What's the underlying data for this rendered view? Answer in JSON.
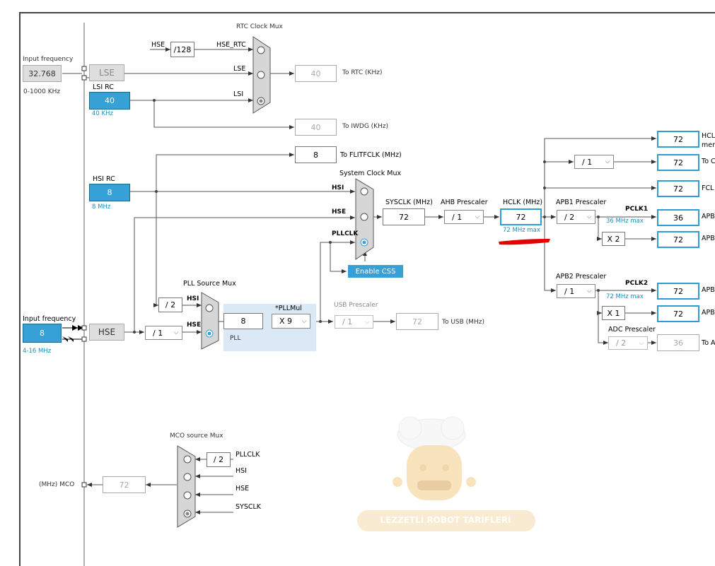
{
  "lse": {
    "input_label": "Input frequency",
    "input_value": "32.768",
    "range": "0-1000 KHz",
    "box_label": "LSE"
  },
  "lsi": {
    "title": "LSI RC",
    "value": "40",
    "freq": "40 KHz"
  },
  "rtc_mux": {
    "title": "RTC Clock Mux",
    "hse_label": "HSE",
    "div": "/128",
    "hse_rtc": "HSE_RTC",
    "lse_in": "LSE",
    "lsi_in": "LSI"
  },
  "rtc_out": {
    "value": "40",
    "label": "To RTC (KHz)"
  },
  "iwdg_out": {
    "value": "40",
    "label": "To IWDG (KHz)"
  },
  "flit_out": {
    "value": "8",
    "label": "To FLITFCLK (MHz)"
  },
  "hsi": {
    "title": "HSI RC",
    "value": "8",
    "freq": "8 MHz"
  },
  "sys_mux": {
    "title": "System Clock Mux",
    "hsi": "HSI",
    "hse": "HSE",
    "pllclk": "PLLCLK",
    "css_button": "Enable CSS"
  },
  "sysclk": {
    "label": "SYSCLK (MHz)",
    "value": "72"
  },
  "ahb": {
    "label": "AHB Prescaler",
    "value": "/ 1"
  },
  "hclk": {
    "label": "HCLK (MHz)",
    "value": "72",
    "max": "72 MHz max"
  },
  "apb1": {
    "label": "APB1 Prescaler",
    "value": "/ 2",
    "pclk": "PCLK1",
    "max": "36 MHz max",
    "mult": "X 2"
  },
  "apb2": {
    "label": "APB2 Prescaler",
    "value": "/ 1",
    "pclk": "PCLK2",
    "max": "72 MHz max",
    "mult": "X 1"
  },
  "adc": {
    "label": "ADC Prescaler",
    "value": "/ 2"
  },
  "cortex_div": {
    "value": "/ 1"
  },
  "outputs": [
    {
      "value": "72",
      "label": "HCL",
      "label2": "mem"
    },
    {
      "value": "72",
      "label": "To C"
    },
    {
      "value": "72",
      "label": "FCL"
    },
    {
      "value": "36",
      "label": "APB"
    },
    {
      "value": "72",
      "label": "APB"
    },
    {
      "value": "72",
      "label": "APB"
    },
    {
      "value": "72",
      "label": "APB"
    },
    {
      "value": "36",
      "label": "To A"
    }
  ],
  "hse": {
    "input_label": "Input frequency",
    "value": "8",
    "range": "4-16 MHz",
    "box_label": "HSE",
    "div": "/ 1"
  },
  "pll_src": {
    "title": "PLL Source Mux",
    "div": "/ 2",
    "hsi": "HSI",
    "hse": "HSE"
  },
  "pll": {
    "value": "8",
    "mul_label": "*PLLMul",
    "mul": "X 9",
    "label": "PLL"
  },
  "usb": {
    "label": "USB Prescaler",
    "div": "/ 1",
    "value": "72",
    "out_label": "To USB (MHz)"
  },
  "mco": {
    "title": "MCO source Mux",
    "div": "/ 2",
    "in_pllclk": "PLLCLK",
    "in_hsi": "HSI",
    "in_hse": "HSE",
    "in_sysclk": "SYSCLK",
    "value": "72",
    "label": "(MHz) MCO"
  },
  "watermark": {
    "text": "LEZZETLİ ROBOT TARİFLERİ"
  },
  "colors": {
    "accent": "#36a1d6",
    "highlight": "#e60000",
    "pll_area": "#dbe9f6"
  }
}
